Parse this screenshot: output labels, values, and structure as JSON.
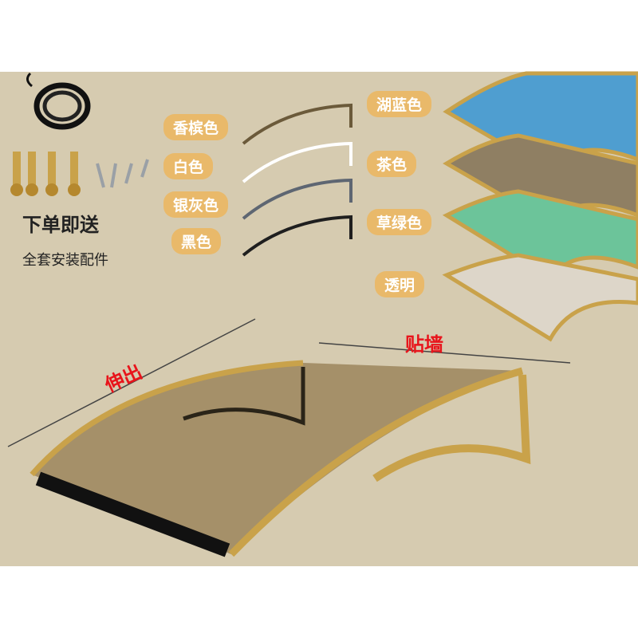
{
  "accessories": {
    "title": "下单即送",
    "subtitle": "全套安装配件"
  },
  "bracket_colors": [
    {
      "label": "香槟色",
      "color": "#6b5a3a"
    },
    {
      "label": "白色",
      "color": "#ffffff"
    },
    {
      "label": "银灰色",
      "color": "#5e6672"
    },
    {
      "label": "黑色",
      "color": "#1f1f1f"
    }
  ],
  "panel_colors": [
    {
      "label": "湖蓝色",
      "color": "#4f9ed0"
    },
    {
      "label": "茶色",
      "color": "#8f7f63"
    },
    {
      "label": "草绿色",
      "color": "#6cc49a"
    },
    {
      "label": "透明",
      "color": "#ddd6c9"
    }
  ],
  "dimensions": {
    "depth": "伸出",
    "width": "贴墙"
  },
  "accent": "#e9b96a"
}
